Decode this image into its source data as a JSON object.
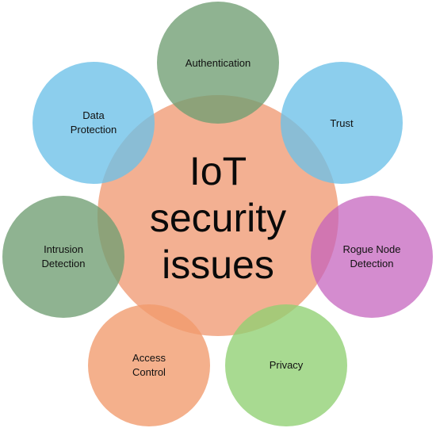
{
  "center": {
    "line1": "IoT",
    "line2": "security",
    "line3": "issues",
    "color": "#f1a27f"
  },
  "nodes": {
    "authentication": {
      "line1": "Authentication",
      "color": "#6f9d72"
    },
    "trust": {
      "line1": "Trust",
      "color": "#6cc0e8"
    },
    "rogue_node_detection": {
      "line1": "Rogue Node",
      "line2": "Detection",
      "color": "#c35fbd"
    },
    "privacy": {
      "line1": "Privacy",
      "color": "#8fd072"
    },
    "access_control": {
      "line1": "Access",
      "line2": "Control",
      "color": "#f19a6b"
    },
    "intrusion_detection": {
      "line1": "Intrusion",
      "line2": "Detection",
      "color": "#6f9d72"
    },
    "data_protection": {
      "line1": "Data",
      "line2": "Protection",
      "color": "#6cc0e8"
    }
  }
}
